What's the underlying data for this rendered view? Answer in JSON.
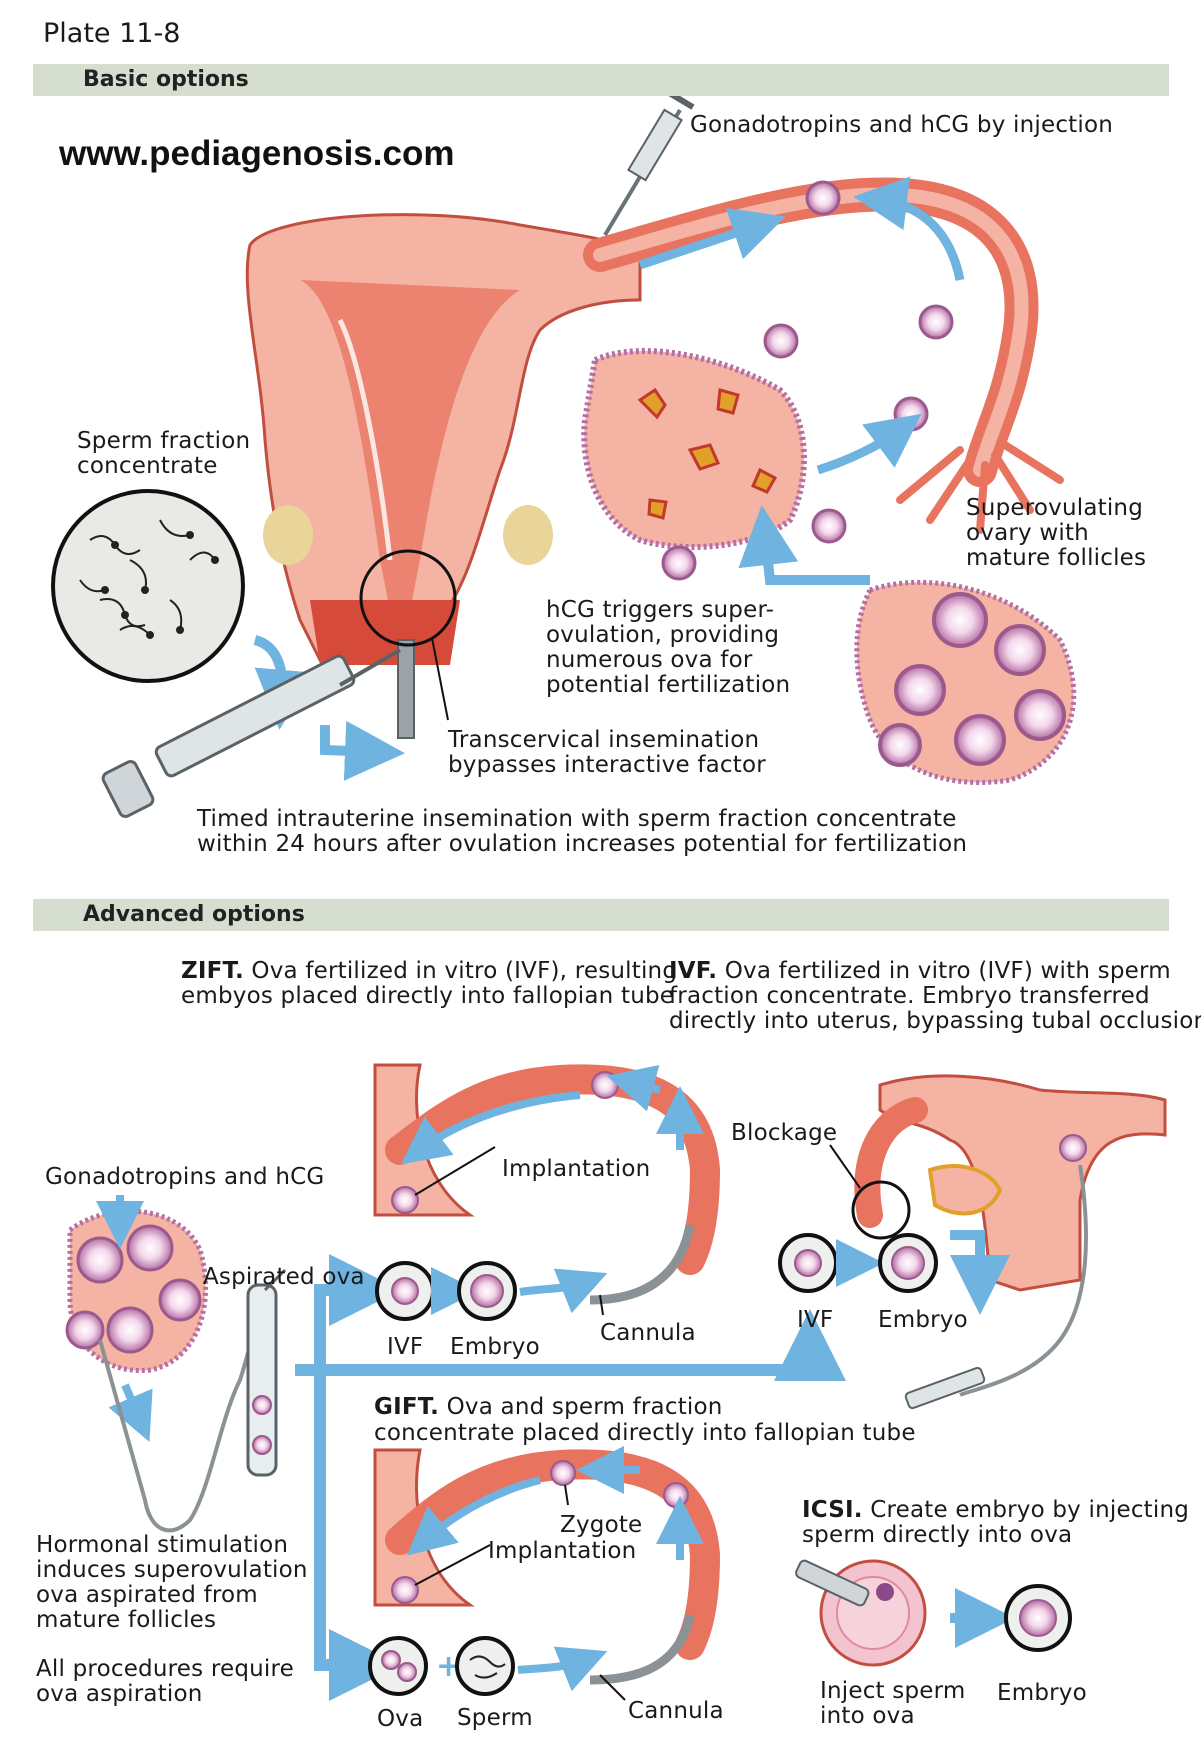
{
  "header": {
    "plate": "Plate 11-8",
    "basic_title": "Basic options",
    "advanced_title": "Advanced options",
    "watermark": "www.pediagenosis.com"
  },
  "basic": {
    "injection": "Gonadotropins and hCG by injection",
    "sperm_1": "Sperm fraction",
    "sperm_2": "concentrate",
    "ovary_1": "Superovulating",
    "ovary_2": "ovary with",
    "ovary_3": "mature follicles",
    "hcg_1": "hCG triggers super-",
    "hcg_2": "ovulation, providing",
    "hcg_3": "numerous ova for",
    "hcg_4": "potential fertilization",
    "trans_1": "Transcervical insemination",
    "trans_2": "bypasses interactive factor",
    "timed_1": "Timed intrauterine insemination with sperm fraction concentrate",
    "timed_2": "within 24 hours after ovulation increases potential for fertilization"
  },
  "advanced": {
    "zift_bold": "ZIFT.",
    "zift_1": " Ova fertilized in vitro (IVF), resulting",
    "zift_2": "embyos placed directly into fallopian tube",
    "ivf_bold": "IVF.",
    "ivf_1": " Ova fertilized in vitro (IVF) with sperm",
    "ivf_2": "fraction concentrate. Embryo transferred",
    "ivf_3": "directly into uterus, bypassing tubal occlusion",
    "gonad": "Gonadotropins and hCG",
    "aspirated": "Aspirated ova",
    "implantation": "Implantation",
    "blockage": "Blockage",
    "ivf_label": "IVF",
    "embryo_label": "Embryo",
    "cannula": "Cannula",
    "gift_bold": "GIFT.",
    "gift_1": " Ova and sperm fraction",
    "gift_2": "concentrate placed directly into fallopian tube",
    "zygote": "Zygote",
    "icsi_bold": "ICSI.",
    "icsi_1": " Create embryo by injecting",
    "icsi_2": "sperm directly into ova",
    "hormonal_1": "Hormonal stimulation",
    "hormonal_2": "induces superovulation",
    "hormonal_3": "ova aspirated from",
    "hormonal_4": "mature follicles",
    "all_1": "All procedures require",
    "all_2": "ova aspiration",
    "ova": "Ova",
    "sperm": "Sperm",
    "inject_1": "Inject sperm",
    "inject_2": "into ova"
  },
  "colors": {
    "band": "#d6dfcf",
    "arrow": "#6fb3e0",
    "tissue": "#e8735f",
    "tissue_light": "#f4b3a3",
    "follicle": "#c48ab8"
  }
}
